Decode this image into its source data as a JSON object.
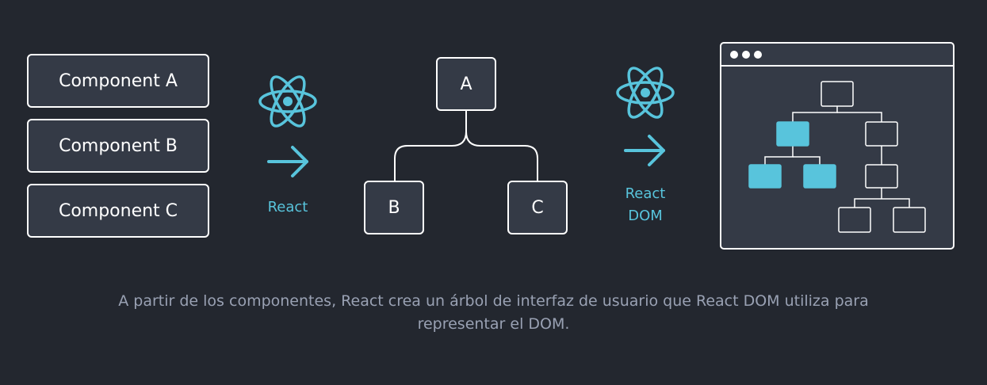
{
  "components": [
    {
      "label": "Component A"
    },
    {
      "label": "Component B"
    },
    {
      "label": "Component C"
    }
  ],
  "step1": {
    "label": "React",
    "icon": "react-logo-icon"
  },
  "tree": {
    "root": "A",
    "left": "B",
    "right": "C"
  },
  "step2": {
    "line1": "React",
    "line2": "DOM",
    "icon": "react-logo-icon"
  },
  "browser": {
    "icon": "browser-window-icon"
  },
  "caption": {
    "line1": "A partir de los componentes, React crea un árbol de interfaz de usuario que React DOM utiliza para",
    "line2": "representar el DOM."
  },
  "colors": {
    "background": "#23272f",
    "accent": "#58c4dc",
    "node_fill": "#343a46",
    "caption": "#99a1b3"
  }
}
